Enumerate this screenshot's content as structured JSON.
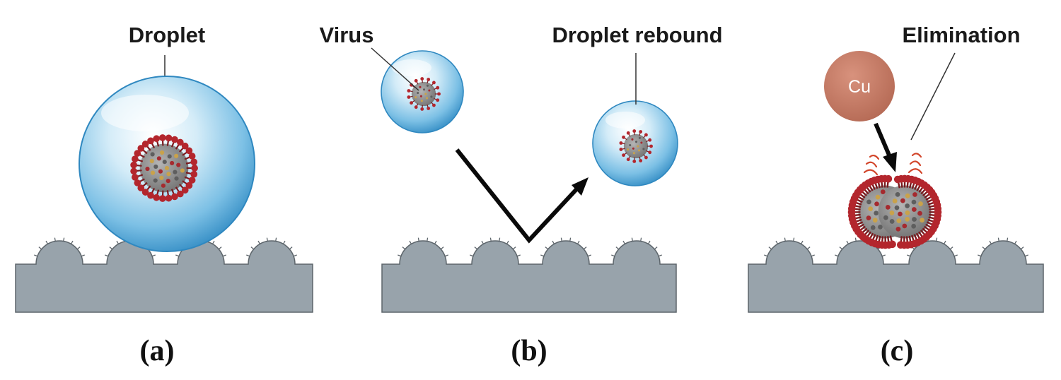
{
  "panels": {
    "a": {
      "caption": "(a)",
      "label_droplet": "Droplet"
    },
    "b": {
      "caption": "(b)",
      "label_virus": "Virus",
      "label_rebound": "Droplet rebound"
    },
    "c": {
      "caption": "(c)",
      "label_elimination": "Elimination",
      "label_cu": "Cu"
    }
  },
  "colors": {
    "substrate": "#98a3ab",
    "substrate_stroke": "#5d656b",
    "droplet": "#4fa7d8",
    "virus_core": "#8c8c8c",
    "virus_spike": "#b3262d",
    "copper_ball": "#c47a64",
    "arrow": "#0a0a0a",
    "spark": "#d2452a"
  },
  "icons": [
    "droplet-icon",
    "virus-icon",
    "copper-particle-icon",
    "arrow-icon",
    "spark-icon"
  ]
}
